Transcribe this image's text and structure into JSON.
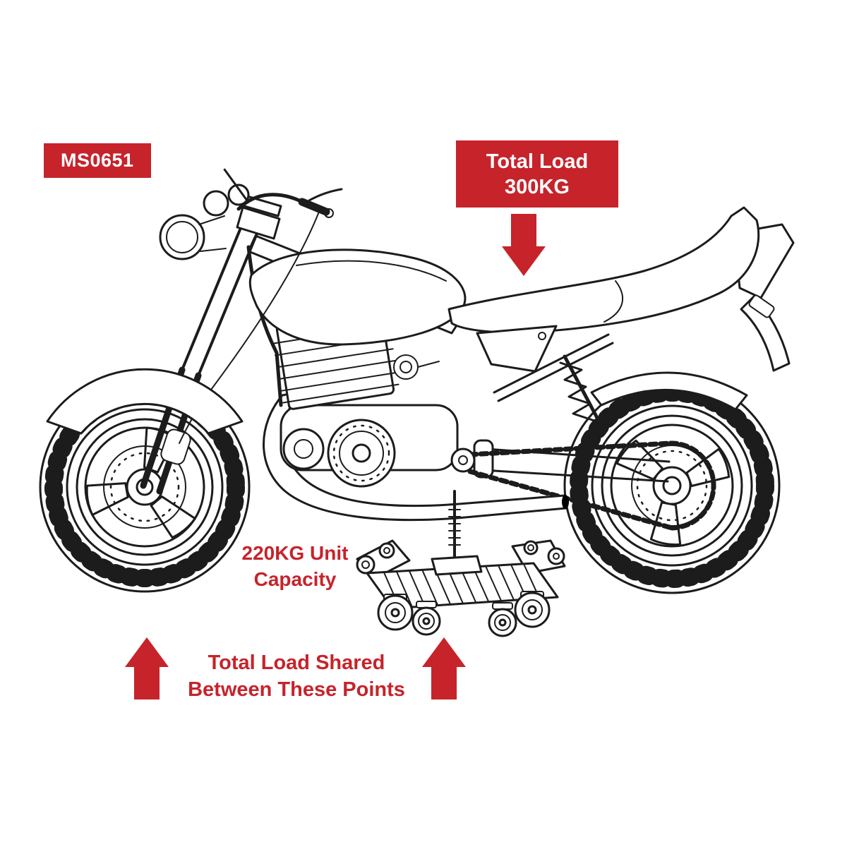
{
  "colors": {
    "accent": "#c6232b",
    "line": "#1c1c1c",
    "background": "#ffffff"
  },
  "badge": {
    "label": "MS0651"
  },
  "total_load": {
    "line1": "Total Load",
    "line2": "300KG"
  },
  "unit_capacity": {
    "line1": "220KG Unit",
    "line2": "Capacity"
  },
  "shared_caption": {
    "line1": "Total Load Shared",
    "line2": "Between These Points"
  },
  "icons": {
    "total_load_arrow": "arrow-down",
    "front_support_arrow": "arrow-up",
    "dolly_support_arrow": "arrow-up"
  }
}
